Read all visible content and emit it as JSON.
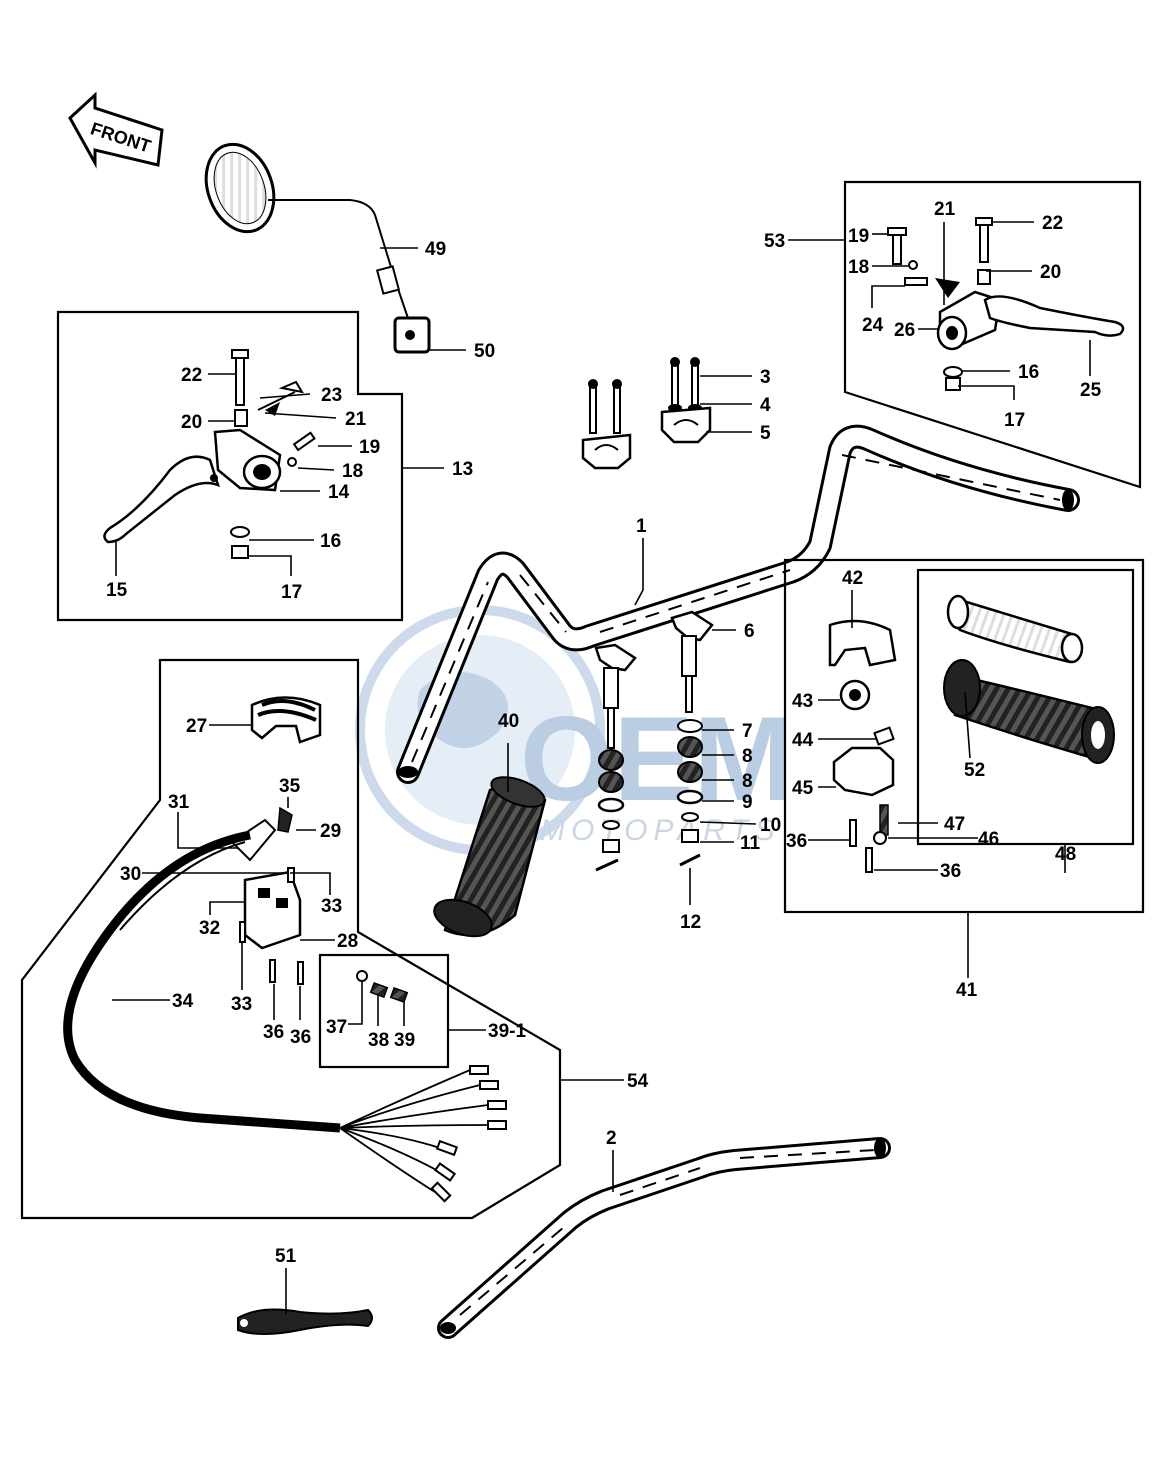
{
  "front_arrow": {
    "label": "FRONT"
  },
  "watermark": {
    "brand": "OEM",
    "subtitle": "MOTOPARTS"
  },
  "callouts": {
    "c1": "1",
    "c2": "2",
    "c3": "3",
    "c4": "4",
    "c5": "5",
    "c6": "6",
    "c7": "7",
    "c8a": "8",
    "c8b": "8",
    "c9": "9",
    "c10": "10",
    "c11": "11",
    "c12": "12",
    "c13": "13",
    "c14": "14",
    "c15": "15",
    "c16l": "16",
    "c17l": "17",
    "c18l": "18",
    "c19l": "19",
    "c20l": "20",
    "c21l": "21",
    "c22l": "22",
    "c23": "23",
    "c16r": "16",
    "c17r": "17",
    "c18r": "18",
    "c19r": "19",
    "c20r": "20",
    "c21r": "21",
    "c22r": "22",
    "c24": "24",
    "c25": "25",
    "c26": "26",
    "c27": "27",
    "c28": "28",
    "c29": "29",
    "c30": "30",
    "c31": "31",
    "c32": "32",
    "c33a": "33",
    "c33b": "33",
    "c34": "34",
    "c35": "35",
    "c36a": "36",
    "c36b": "36",
    "c36c": "36",
    "c36d": "36",
    "c37": "37",
    "c38": "38",
    "c39": "39",
    "c39_1": "39-1",
    "c40": "40",
    "c41": "41",
    "c42": "42",
    "c43": "43",
    "c44": "44",
    "c45": "45",
    "c46": "46",
    "c47": "47",
    "c48": "48",
    "c49": "49",
    "c50": "50",
    "c51": "51",
    "c52": "52",
    "c53": "53",
    "c54": "54"
  }
}
